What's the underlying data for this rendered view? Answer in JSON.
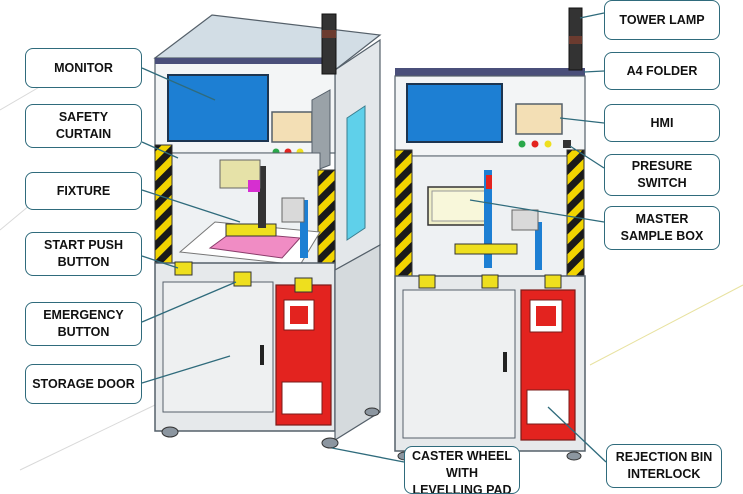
{
  "labels": {
    "monitor": "MONITOR",
    "safety_curtain": "SAFETY\nCURTAIN",
    "fixture": "FIXTURE",
    "start_push_button": "START PUSH\nBUTTON",
    "emergency_button": "EMERGENCY\nBUTTON",
    "storage_door": "STORAGE DOOR",
    "tower_lamp": "TOWER LAMP",
    "a4_folder": "A4 FOLDER",
    "hmi": "HMI",
    "presure_switch": "PRESURE\nSWITCH",
    "master_sample_box": "MASTER\nSAMPLE BOX",
    "caster_wheel": "CASTER WHEEL\nWITH\nLEVELLING PAD",
    "rejection_bin_interlock": "REJECTION BIN\nINTERLOCK"
  },
  "colors": {
    "frame": "#7e8488",
    "panel": "#e9ecee",
    "top": "#d2dde5",
    "screen": "#1d7fd3",
    "hmi": "#f3dfb5",
    "hazard_yellow": "#f2d400",
    "hazard_black": "#1a1a1a",
    "button_yellow": "#eedf1e",
    "red_panel": "#e3231f",
    "window": "#5fd0ea",
    "leader": "#2f6b7c"
  }
}
